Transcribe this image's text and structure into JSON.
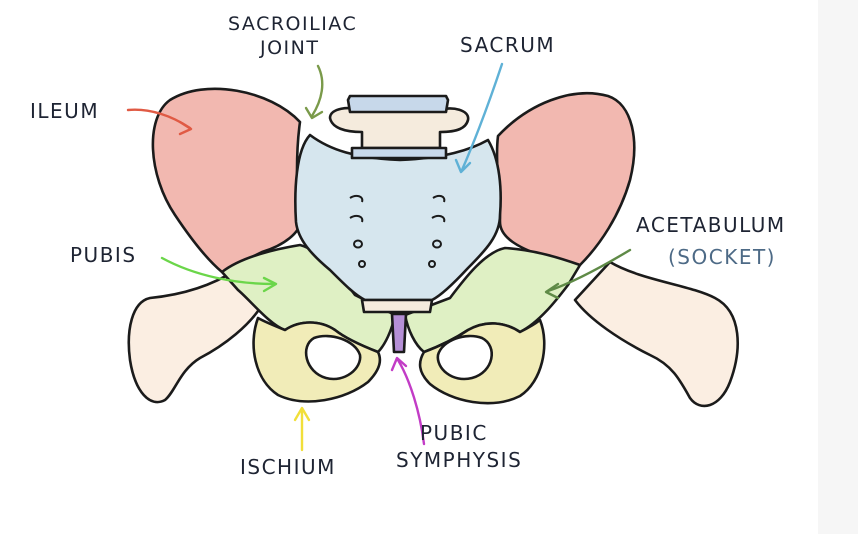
{
  "labels": {
    "sacroiliac_line1": "SACROILIAC",
    "sacroiliac_line2": "JOINT",
    "sacrum": "SACRUM",
    "ileum": "ILEUM",
    "pubis": "PUBIS",
    "acetabulum": "ACETABULUM",
    "acetabulum_note": "(SOCKET)",
    "pubic_line1": "PUBIC",
    "pubic_line2": "SYMPHYSIS",
    "ischium": "ISCHIUM"
  },
  "colors": {
    "ileum": "#f2b8b0",
    "sacrum": "#d6e6ee",
    "pubis": "#dff0c4",
    "ischium": "#f1ecb8",
    "femur": "#fbeee2",
    "vertebra": "#f5ebdd",
    "disc": "#c7d8ea",
    "symphysis": "#b58fd6",
    "arrow_sacroiliac": "#7a9a4a",
    "arrow_sacrum": "#5fb1d6",
    "arrow_ileum": "#e05a44",
    "arrow_pubis": "#6bd64a",
    "arrow_acetabulum": "#5f8a47",
    "arrow_pubic_symphysis": "#c23cc6",
    "arrow_ischium": "#f1df3a"
  }
}
